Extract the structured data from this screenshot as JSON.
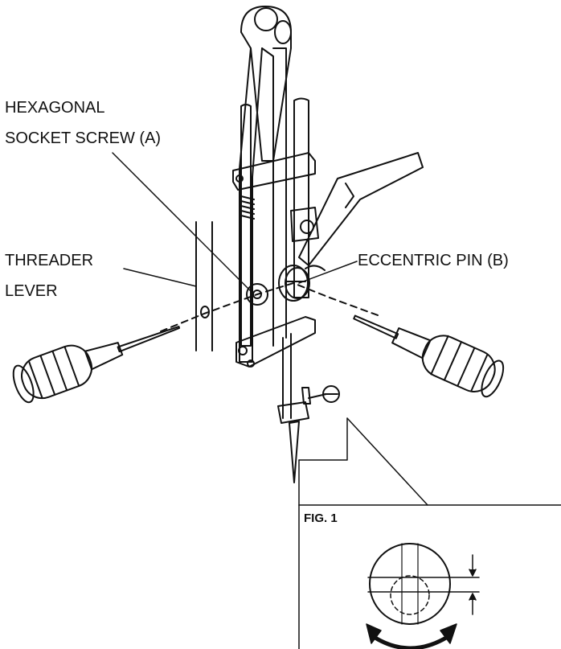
{
  "labels": {
    "hex_screw_line1": "HEXAGONAL",
    "hex_screw_line2": "SOCKET SCREW (A)",
    "threader_line1": "THREADER",
    "threader_line2": "LEVER",
    "eccentric_pin": "ECCENTRIC PIN (B)"
  },
  "inset": {
    "title": "FIG. 1"
  }
}
